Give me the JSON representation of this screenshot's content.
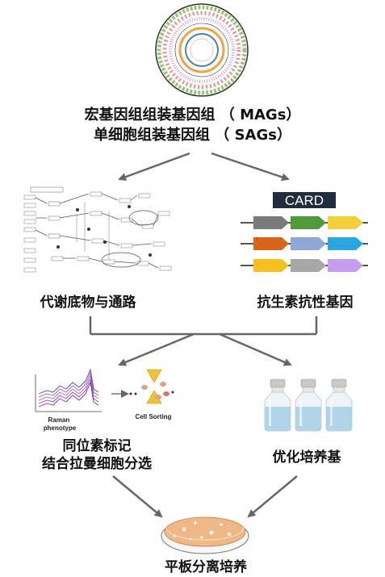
{
  "genome": {
    "line1": "宏基因组组装基因组 （ MAGs）",
    "line2": "单细胞组装基因组 （ SAGs）"
  },
  "pathway": {
    "label": "代谢底物与通路"
  },
  "card": {
    "badge": "CARD",
    "label": "抗生素抗性基因",
    "gene_colors": [
      [
        "#7a7a7a",
        "#4f9a3a",
        "#f4cf3a"
      ],
      [
        "#d8641c",
        "#8fa8d8",
        "#2aa7e0"
      ],
      [
        "#f7c01c",
        "#a7a7a7",
        "#c59cf0"
      ]
    ]
  },
  "raman": {
    "phenotype_label": "Raman\nphenotype",
    "sorting_label": "Cell Sorting",
    "label_line1": "同位素标记",
    "label_line2": "结合拉曼细胞分选"
  },
  "medium": {
    "label": "优化培养基"
  },
  "plate": {
    "label": "平板分离培养"
  },
  "colors": {
    "arrow": "#666666",
    "bottle": "#a8d0e6",
    "agar": "#f0b884"
  }
}
